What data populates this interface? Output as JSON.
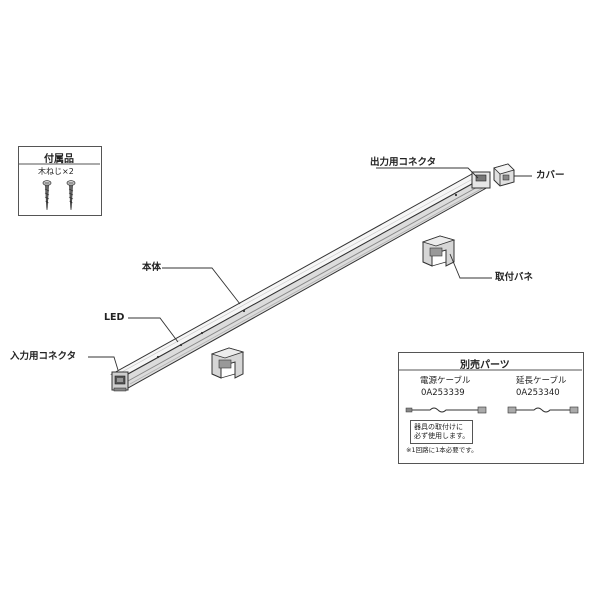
{
  "accessories": {
    "title": "付属品",
    "wood_screw": "木ねじ×2"
  },
  "callouts": {
    "output_connector": "出力用コネクタ",
    "cover": "カバー",
    "body": "本体",
    "mounting_spring": "取付バネ",
    "led": "LED",
    "input_connector": "入力用コネクタ"
  },
  "separate_parts": {
    "title": "別売パーツ",
    "power_cable": {
      "name": "電源ケーブル",
      "code": "0A253339"
    },
    "extension_cable": {
      "name": "延長ケーブル",
      "code": "0A253340"
    },
    "note_line1": "器具の取付けに",
    "note_line2": "必ず使用します。",
    "footnote": "※1回路に1本必要です。"
  },
  "colors": {
    "line": "#333333",
    "body_fill": "#f2f2f2",
    "body_shade": "#9a9a9a",
    "metal": "#bdbdbd"
  }
}
